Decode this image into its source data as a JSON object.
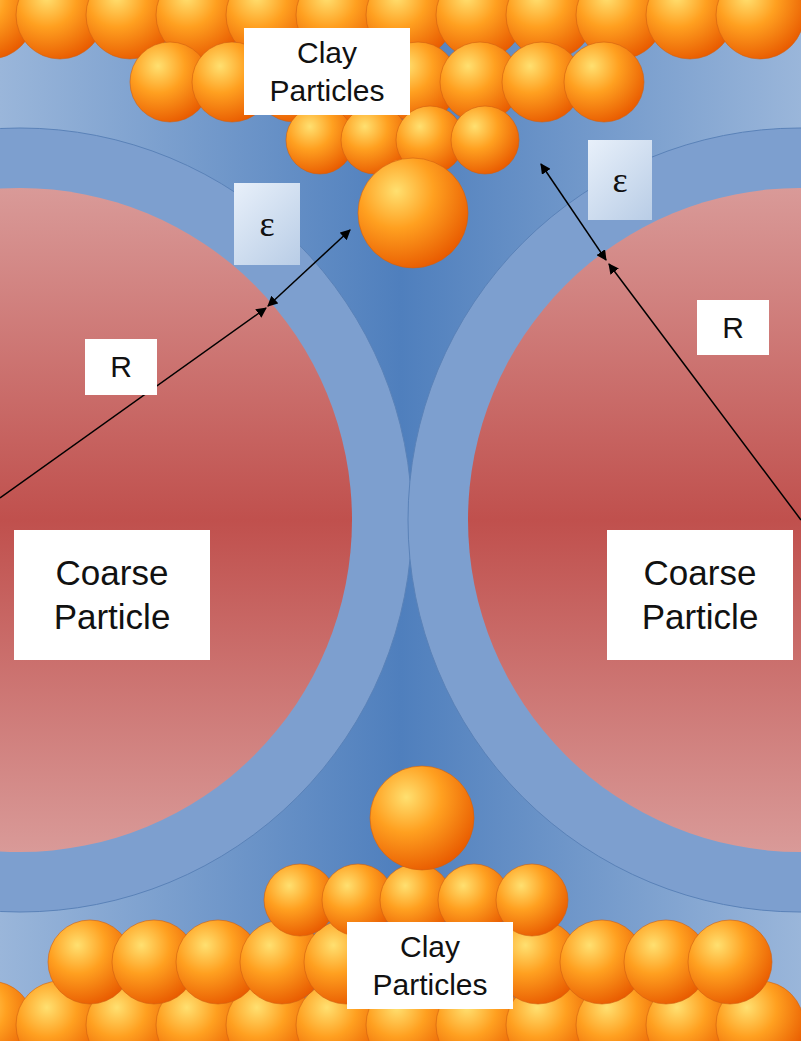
{
  "diagram": {
    "nodes": [
      {
        "text": [
          "Clay Particles"
        ]
      },
      {
        "text": [
          "ε"
        ]
      },
      {
        "text": [
          "ε"
        ]
      },
      {
        "text": [
          "R"
        ]
      },
      {
        "text": [
          "R"
        ]
      },
      {
        "text": [
          "Coarse Particle"
        ]
      },
      {
        "text": [
          "Coarse Particle"
        ]
      },
      {
        "text": [
          "Clay Particles"
        ]
      }
    ]
  }
}
